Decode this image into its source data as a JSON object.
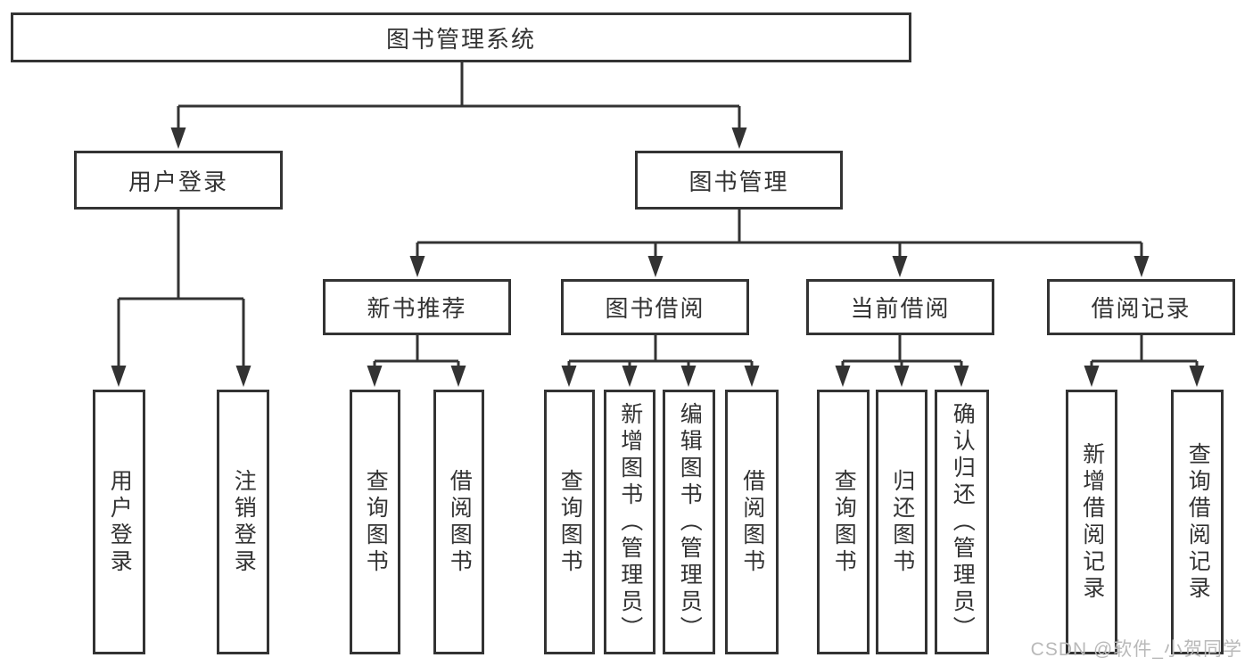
{
  "diagram": {
    "title": "图书管理系统",
    "tree": {
      "label": "图书管理系统",
      "children": [
        {
          "label": "用户登录",
          "children": [
            {
              "label": "用户登录"
            },
            {
              "label": "注销登录"
            }
          ]
        },
        {
          "label": "图书管理",
          "children": [
            {
              "label": "新书推荐",
              "children": [
                {
                  "label": "查询图书"
                },
                {
                  "label": "借阅图书"
                }
              ]
            },
            {
              "label": "图书借阅",
              "children": [
                {
                  "label": "查询图书"
                },
                {
                  "label": "新增图书（管理员）"
                },
                {
                  "label": "编辑图书（管理员）"
                },
                {
                  "label": "借阅图书"
                }
              ]
            },
            {
              "label": "当前借阅",
              "children": [
                {
                  "label": "查询图书"
                },
                {
                  "label": "归还图书"
                },
                {
                  "label": "确认归还（管理员）"
                }
              ]
            },
            {
              "label": "借阅记录",
              "children": [
                {
                  "label": "新增借阅记录"
                },
                {
                  "label": "查询借阅记录"
                }
              ]
            }
          ]
        }
      ]
    },
    "colors": {
      "line": "#333333",
      "text": "#333333",
      "watermark": "#b9b9b9",
      "background": "#ffffff"
    }
  },
  "watermark": {
    "text": "CSDN @软件_小贺同学"
  }
}
